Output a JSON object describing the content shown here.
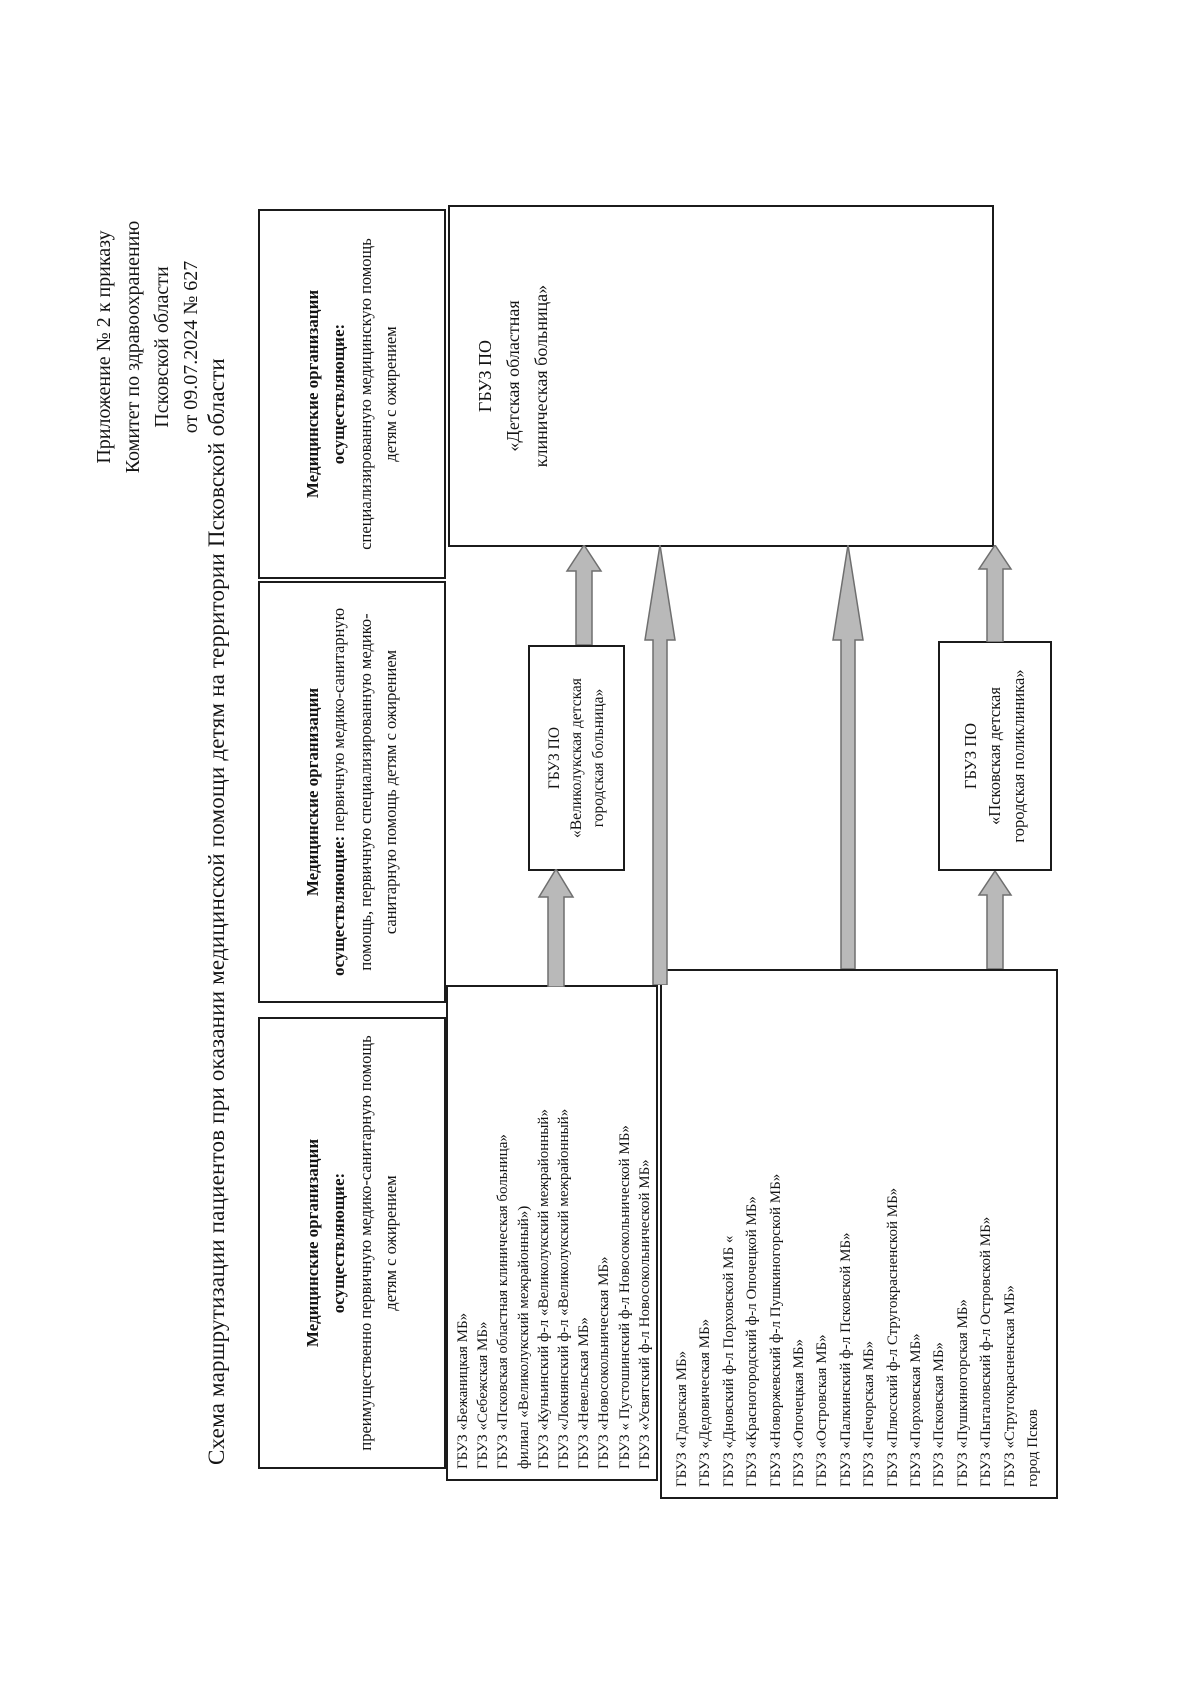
{
  "page": {
    "appendix_lines": [
      "Приложение № 2 к приказу",
      "Комитет по здравоохранению",
      "Псковской области",
      "от 09.07.2024  № 627"
    ],
    "title": "Схема маршрутизации пациентов при оказании медицинской помощи детям на территории Псковской области"
  },
  "headers": {
    "left": {
      "bold": "Медицинские организации\nосуществляющие: ",
      "rest": "преимущественно первичную медико-санитарную помощь детям с ожирением"
    },
    "middle": {
      "bold": "Медицинские организации\nосуществляющие: ",
      "rest": "первичную медико-санитарную помощь, первичную специализированную медико-санитарную помощь детям с ожирением"
    },
    "right": {
      "bold": "Медицинские организации\nосуществляющие: ",
      "rest": "специализированную медицинскую помощь детям с ожирением"
    }
  },
  "list1": [
    "ГБУЗ «Бежаницкая МБ»",
    "ГБУЗ «Себежская МБ»",
    "ГБУЗ «Псковская областная клиническая больница»",
    "филиал «Великолукский межрайонный»)",
    "ГБУЗ «Куньинский ф-л «Великолукский межрайонный»",
    "ГБУЗ «Локнянский ф-л «Великолукский межрайонный»",
    "ГБУЗ «Невельская МБ»",
    "ГБУЗ «Новосокольническая МБ»",
    "ГБУЗ « Пустошинский ф-л Новосокольнической МБ»",
    "ГБУЗ «Усвятский ф-л Новосокольнической МБ»"
  ],
  "list2": [
    "ГБУЗ «Гдовская МБ»",
    "ГБУЗ «Дедовическая МБ»",
    "ГБУЗ «Дновский ф-л Порховской МБ «",
    "ГБУЗ «Красногородский ф-л Опочецкой МБ»",
    "ГБУЗ «Новоржевский ф-л Пушкиногорской МБ»",
    "ГБУЗ «Опочецкая МБ»",
    "ГБУЗ «Островская МБ»",
    "ГБУЗ «Палкинский ф-л Псковской МБ»",
    "ГБУЗ «Печорская МБ»",
    "ГБУЗ «Плюсский ф-л Стругокрасненской МБ»",
    "ГБУЗ «Порховская МБ»",
    "ГБУЗ «Псковская МБ»",
    "ГБУЗ «Пушкиногорская МБ»",
    "ГБУЗ «Пыталовский ф-л Островской МБ»",
    "ГБУЗ «Стругокрасненская МБ»",
    "город Псков"
  ],
  "boxes": {
    "velikolukskaya": "ГБУЗ ПО\n«Великолукская детская\nгородская больница»",
    "pskovskaya": "ГБУЗ ПО\n«Псковская детская\nгородская поликлиника»",
    "dokb": "ГБУЗ ПО\n«Детская областная\nклиническая больница»"
  },
  "arrows": [
    {
      "from": "org-list-primary",
      "to": "org-box-velikolukskaya-children-hospital"
    },
    {
      "from": "org-list-primary",
      "to": "org-box-regional-children-hospital"
    },
    {
      "from": "org-box-velikolukskaya-children-hospital",
      "to": "org-box-regional-children-hospital"
    },
    {
      "from": "org-list-primary-extended",
      "to": "org-box-regional-children-hospital"
    },
    {
      "from": "org-list-primary-extended",
      "to": "org-box-pskov-children-polyclinic"
    },
    {
      "from": "org-box-pskov-children-polyclinic",
      "to": "org-box-regional-children-hospital"
    }
  ],
  "colors": {
    "page_bg": "#ffffff",
    "border": "#1b1b1b",
    "text": "#141414",
    "arrow_fill": "#b9b9b9",
    "arrow_stroke": "#6f6f6f"
  }
}
